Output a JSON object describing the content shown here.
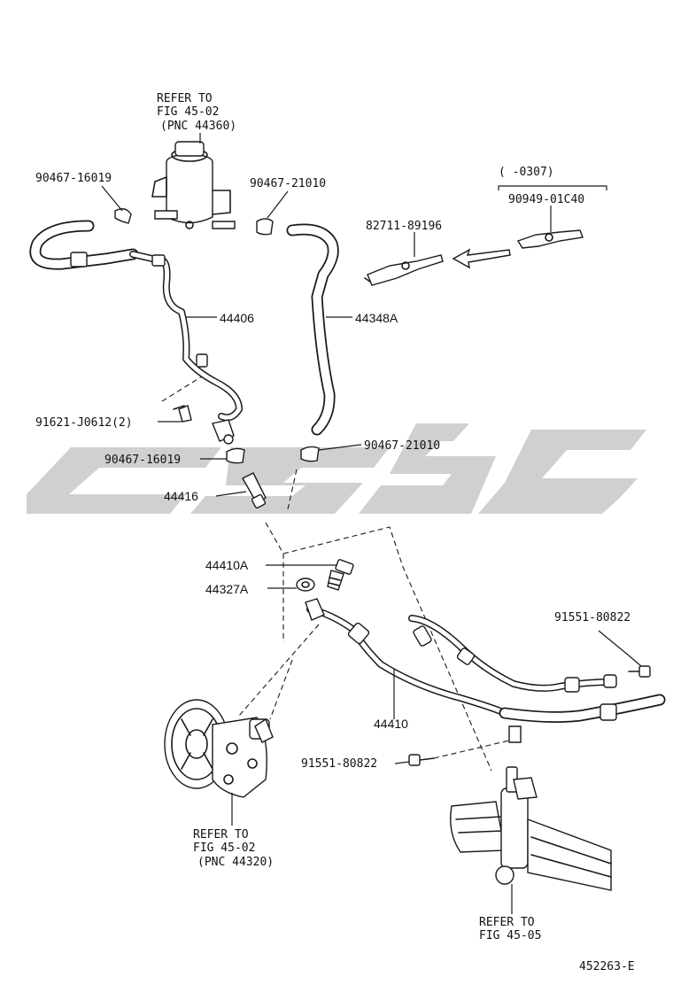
{
  "labels": {
    "refer_reservoir": [
      "REFER TO",
      "FIG 45-02",
      "(PNC 44360)"
    ],
    "clamp_90467_16019_top": "90467-16019",
    "clamp_90467_21010_top": "90467-21010",
    "bracket_range": "(          -0307)",
    "clip_90949": "90949-01C40",
    "clip_82711": "82711-89196",
    "tube_44406": "44406",
    "hose_44348A": "44348A",
    "bolt_91621": "91621-J0612(2)",
    "clamp_90467_16019_low": "90467-16019",
    "clamp_90467_21010_low": "90467-21010",
    "union_44416": "44416",
    "bolt_44410A": "44410A",
    "gasket_44327A": "44327A",
    "bolt_91551_right": "91551-80822",
    "hose_44410": "44410",
    "bolt_91551_left": "91551-80822",
    "refer_pump": [
      "REFER TO",
      "FIG 45-02",
      "(PNC 44320)"
    ],
    "refer_gear": [
      "REFER TO",
      "FIG 45-05"
    ],
    "figure_id": "452263-E"
  },
  "icons": {
    "watermark": "cstc-logo-watermark",
    "arrow": "direction-arrow-icon"
  },
  "colors": {
    "line": "#1a1a1a",
    "watermark": "#c8c8c8",
    "background": "#ffffff"
  }
}
